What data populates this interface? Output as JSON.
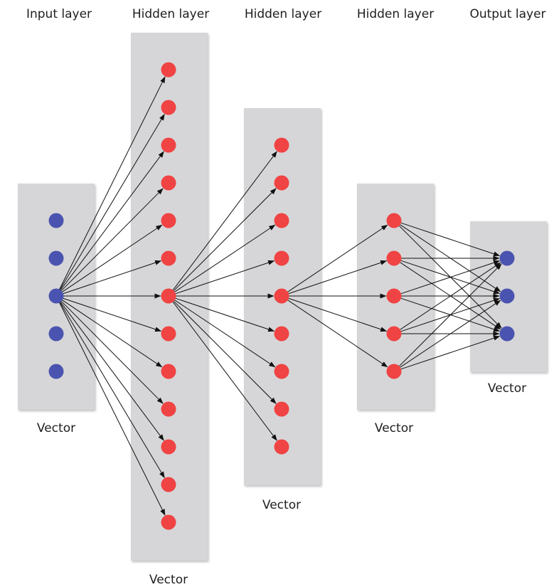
{
  "layers": [
    {
      "title": "Input layer",
      "vector_label": "Vector",
      "nodes": 5,
      "node_type": "input"
    },
    {
      "title": "Hidden layer",
      "vector_label": "Vector",
      "nodes": 13,
      "node_type": "hidden"
    },
    {
      "title": "Hidden layer",
      "vector_label": "Vector",
      "nodes": 9,
      "node_type": "hidden"
    },
    {
      "title": "Hidden layer",
      "vector_label": "Vector",
      "nodes": 5,
      "node_type": "hidden"
    },
    {
      "title": "Output layer",
      "vector_label": "Vector",
      "nodes": 3,
      "node_type": "output"
    }
  ],
  "connections": [
    {
      "from_layer": 0,
      "from_nodes": [
        2
      ],
      "to_layer": 1,
      "to_nodes": "all"
    },
    {
      "from_layer": 1,
      "from_nodes": [
        6
      ],
      "to_layer": 2,
      "to_nodes": "all"
    },
    {
      "from_layer": 2,
      "from_nodes": [
        4
      ],
      "to_layer": 3,
      "to_nodes": "all"
    },
    {
      "from_layer": 3,
      "from_nodes": "all",
      "to_layer": 4,
      "to_nodes": "all"
    }
  ],
  "colors": {
    "input_node": "#4a54b0",
    "hidden_node": "#f04343",
    "output_node": "#4a54b0",
    "panel": "#d6d6d8",
    "arrow": "#111111"
  }
}
